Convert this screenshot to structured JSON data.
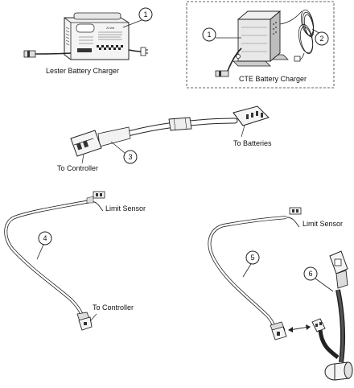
{
  "labels": {
    "lester_charger": "Lester Battery Charger",
    "cte_charger": "CTE Battery Charger",
    "to_batteries": "To Batteries",
    "to_controller_cable": "To Controller",
    "limit_sensor_left": "Limit Sensor",
    "to_controller_harness": "To Controller",
    "limit_sensor_right": "Limit Sensor",
    "charger_panel_voltage": "24 Volt"
  },
  "callouts": {
    "c1_lester": "1",
    "c1_cte": "1",
    "c2": "2",
    "c3": "3",
    "c4": "4",
    "c5": "5",
    "c6": "6"
  }
}
